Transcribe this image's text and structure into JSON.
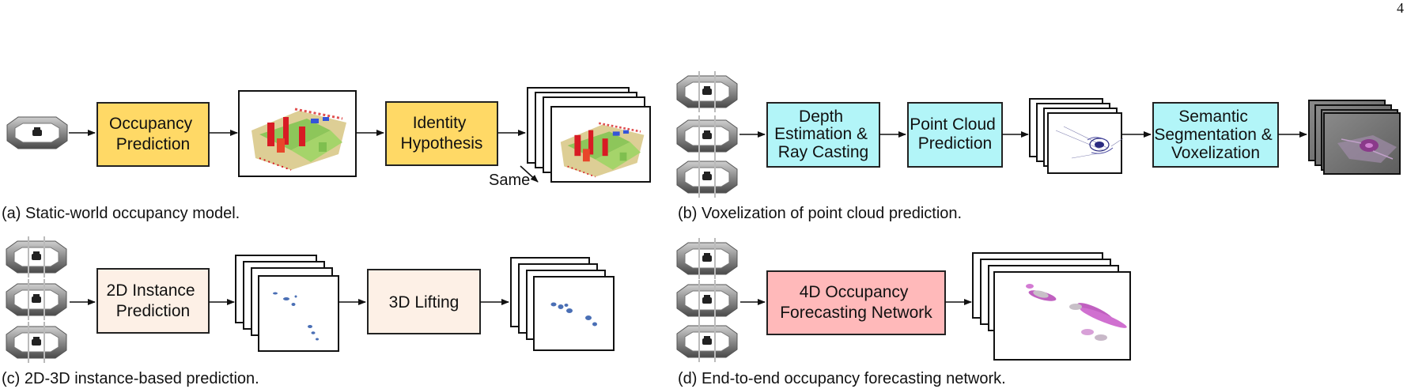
{
  "page_number": "4",
  "colors": {
    "yellow_box": "#ffd966",
    "cyan_box": "#b2f5f8",
    "peach_box": "#fdf0e6",
    "pink_box": "#ffb9ba"
  },
  "icons": {
    "camera_ring": "car-camera-ring-icon",
    "occupancy_map": "occupancy-map-icon",
    "point_cloud": "point-cloud-icon",
    "instance_mask": "instance-mask-icon"
  },
  "panel_a": {
    "box1": [
      "Occupancy",
      "Prediction"
    ],
    "box2": [
      "Identity",
      "Hypothesis"
    ],
    "same_label": "Same",
    "caption": "(a) Static-world occupancy model."
  },
  "panel_b": {
    "box1": [
      "Depth",
      "Estimation &",
      "Ray Casting"
    ],
    "box2": [
      "Point Cloud",
      "Prediction"
    ],
    "box3": [
      "Semantic",
      "Segmentation &",
      "Voxelization"
    ],
    "caption": "(b) Voxelization of point cloud prediction."
  },
  "panel_c": {
    "box1": [
      "2D Instance",
      "Prediction"
    ],
    "box2": [
      "3D Lifting"
    ],
    "caption": "(c) 2D-3D instance-based prediction."
  },
  "panel_d": {
    "box1": [
      "4D Occupancy",
      "Forecasting Network"
    ],
    "caption": "(d) End-to-end occupancy forecasting network."
  }
}
